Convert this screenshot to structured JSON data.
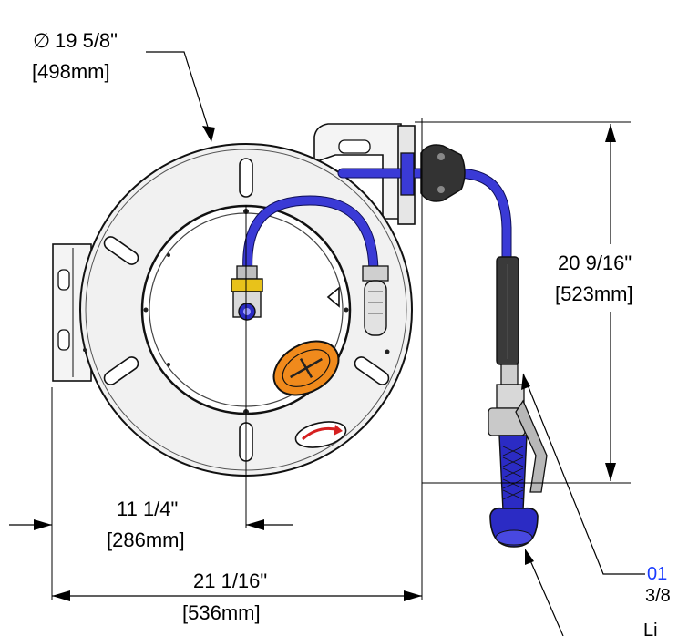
{
  "dimensions": {
    "diameter": {
      "symbol": "∅",
      "imperial": "19 5/8\"",
      "metric": "[498mm]"
    },
    "height": {
      "imperial": "20 9/16\"",
      "metric": "[523mm]"
    },
    "center_offset": {
      "imperial": "11 1/4\"",
      "metric": "[286mm]"
    },
    "overall_width": {
      "imperial": "21 1/16\"",
      "metric": "[536mm]"
    }
  },
  "callouts": {
    "part_number_partial": "01",
    "spec_line_partial": "3/8",
    "spec_line2_partial": "Li"
  },
  "colors": {
    "hose": "#3a3ad6",
    "callout_text": "#1a3cff",
    "nozzle": "#2b2bc4",
    "orange_label": "#f08a1c",
    "red_label": "#d62020",
    "valve_yellow": "#e8c21a"
  }
}
